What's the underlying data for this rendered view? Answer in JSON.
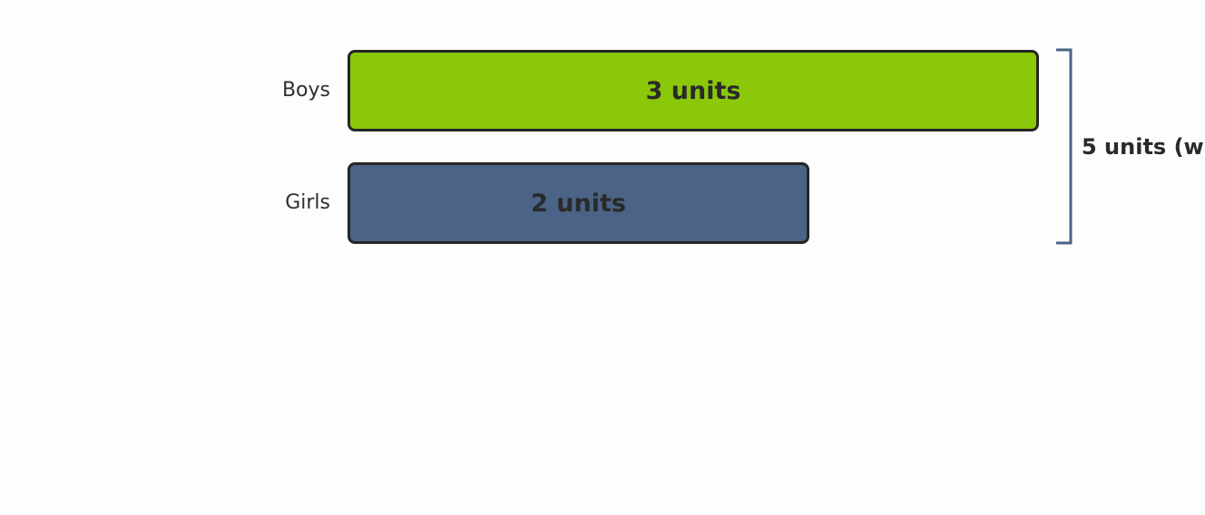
{
  "diagram": {
    "rows": [
      {
        "label": "Boys",
        "bar_text": "3 units",
        "units": 3,
        "color": "#8bc80a"
      },
      {
        "label": "Girls",
        "bar_text": "2 units",
        "units": 2,
        "color": "#4a6386"
      }
    ],
    "total": {
      "text": "5 units (w",
      "units": 5
    },
    "bracket_color": "#4a6386",
    "outline_color": "#262626"
  }
}
